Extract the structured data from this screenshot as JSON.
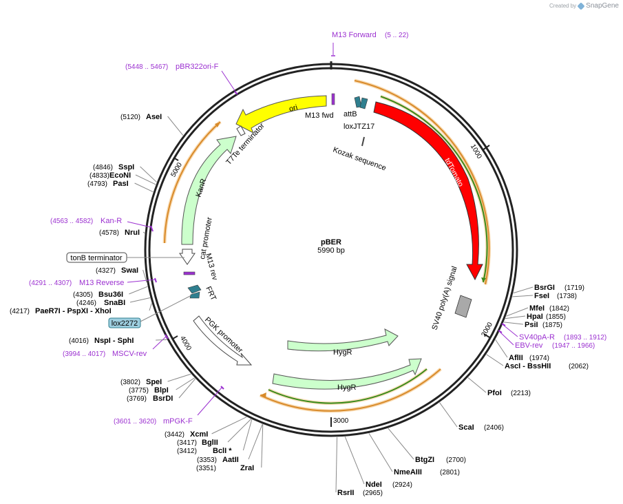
{
  "credit": {
    "prefix": "Created by",
    "brand": "SnapGene"
  },
  "plasmid": {
    "name": "pBER",
    "size": "5990 bp",
    "length": 5990
  },
  "ticks": [
    {
      "bp": 1000,
      "label": "1000"
    },
    {
      "bp": 2000,
      "label": "2000"
    },
    {
      "bp": 3000,
      "label": "3000"
    },
    {
      "bp": 4000,
      "label": "4000"
    },
    {
      "bp": 5000,
      "label": "5000"
    }
  ],
  "primer_marks": [
    {
      "name": "M13 Forward",
      "pos": "(5 .. 22)"
    },
    {
      "name": "pBR322ori-F",
      "pos": "(5448 .. 5467)"
    },
    {
      "name": "Kan-R",
      "pos": "(4563 .. 4582)"
    },
    {
      "name": "M13 Reverse",
      "pos": "(4291 .. 4307)"
    },
    {
      "name": "MSCV-rev",
      "pos": "(3994 .. 4017)"
    },
    {
      "name": "mPGK-F",
      "pos": "(3601 .. 3620)"
    },
    {
      "name": "SV40pA-R",
      "pos": "(1893 .. 1912)"
    },
    {
      "name": "EBV-rev",
      "pos": "(1947 .. 1966)"
    }
  ],
  "right_sites": [
    {
      "name": "BsrGI",
      "pos": "(1719)"
    },
    {
      "name": "FseI",
      "pos": "(1738)"
    },
    {
      "name": "MfeI",
      "pos": "(1842)"
    },
    {
      "name": "HpaI",
      "pos": "(1855)"
    },
    {
      "name": "PsiI",
      "pos": "(1875)"
    },
    {
      "name": "AflII",
      "pos": "(1974)"
    },
    {
      "name": "AscI  - BssHII",
      "pos": "(2062)"
    },
    {
      "name": "PfoI",
      "pos": "(2213)"
    },
    {
      "name": "ScaI",
      "pos": "(2406)"
    },
    {
      "name": "BtgZI",
      "pos": "(2700)"
    },
    {
      "name": "NmeAIII",
      "pos": "(2801)"
    },
    {
      "name": "NdeI",
      "pos": "(2924)"
    },
    {
      "name": "RsrII",
      "pos": "(2965)"
    }
  ],
  "left_sites": [
    {
      "name": "AseI",
      "pos": "(5120)"
    },
    {
      "name": "SspI",
      "pos": "(4846)"
    },
    {
      "name": "EcoNI",
      "pos": "(4833)"
    },
    {
      "name": "PasI",
      "pos": "(4793)"
    },
    {
      "name": "NruI",
      "pos": "(4578)"
    },
    {
      "name": "SwaI",
      "pos": "(4327)"
    },
    {
      "name": "Bsu36I",
      "pos": "(4305)"
    },
    {
      "name": "SnaBI",
      "pos": "(4246)"
    },
    {
      "name": "PaeR7I   - PspXI   - XhoI",
      "pos": "(4217)"
    },
    {
      "name": "NspI   - SphI",
      "pos": "(4016)"
    },
    {
      "name": "SpeI",
      "pos": "(3802)"
    },
    {
      "name": "BlpI",
      "pos": "(3775)"
    },
    {
      "name": "BsrDI",
      "pos": "(3769)"
    },
    {
      "name": "XcmI",
      "pos": "(3442)"
    },
    {
      "name": "BglII",
      "pos": "(3417)"
    },
    {
      "name": "BclI *",
      "pos": "(3412)"
    },
    {
      "name": "AatII",
      "pos": "(3353)"
    },
    {
      "name": "ZraI",
      "pos": "(3351)"
    }
  ],
  "boxed_features": [
    {
      "name": "tonB terminator"
    },
    {
      "name": "lox2272"
    }
  ],
  "features": [
    {
      "name": "ori"
    },
    {
      "name": "M13 fwd"
    },
    {
      "name": "attB"
    },
    {
      "name": "loxJTZ17"
    },
    {
      "name": "Kozak sequence"
    },
    {
      "name": "tdTomato"
    },
    {
      "name": "SV40 poly(A) signal"
    },
    {
      "name": "T7Te terminator"
    },
    {
      "name": "KanR"
    },
    {
      "name": "cat promoter"
    },
    {
      "name": "M13 rev"
    },
    {
      "name": "FRT"
    },
    {
      "name": "PGK promoter"
    },
    {
      "name": "HygR"
    },
    {
      "name": "HygR"
    }
  ],
  "colors": {
    "backbone": "#222222",
    "ori": "#ffff00",
    "tdtomato": "#ff0000",
    "resistance": "#ccffcc",
    "primer": "#9b30d0",
    "orf_orange": "#d88a2a",
    "orf_green": "#3a8a1a",
    "site_teal": "#2f7f8f",
    "polyA_gray": "#a9a9a9"
  }
}
